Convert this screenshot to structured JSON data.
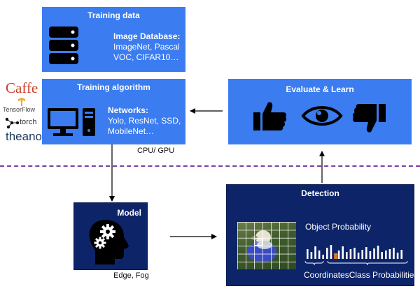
{
  "training_data": {
    "title": "Training data",
    "heading": "Image Database:",
    "lines": [
      "ImageNet, Pascal",
      "VOC, CIFAR10…"
    ],
    "icon": "database-icon"
  },
  "training_algorithm": {
    "title": "Training algorithm",
    "heading": "Networks:",
    "lines": [
      "Yolo, ResNet, SSD,",
      "MobileNet…"
    ],
    "icon": "computer-icon",
    "hardware_label": "CPU/ GPU"
  },
  "frameworks": {
    "caffe": "Caffe",
    "tensorflow": "TensorFlow",
    "torch": "torch",
    "theano": "theano",
    "colors": {
      "caffe": "#c8402a",
      "tensorflow": "#f5a623",
      "theano": "#1b3a5c"
    }
  },
  "evaluate": {
    "title": "Evaluate & Learn",
    "icons": [
      "thumbs-up-icon",
      "eye-icon",
      "thumbs-down-icon"
    ]
  },
  "model": {
    "title": "Model",
    "icon": "head-with-gears-icon",
    "deploy_label": "Edge, Fog"
  },
  "detection": {
    "title": "Detection",
    "object_probability": "Object Probability",
    "coordinates": "Coordinates",
    "class_probabilities": "Class Probabilities",
    "highlight_color": "#e8741e"
  },
  "colors": {
    "blue_box": "#3b7cf0",
    "navy_box": "#0d2469",
    "divider": "#7b3fa0"
  }
}
